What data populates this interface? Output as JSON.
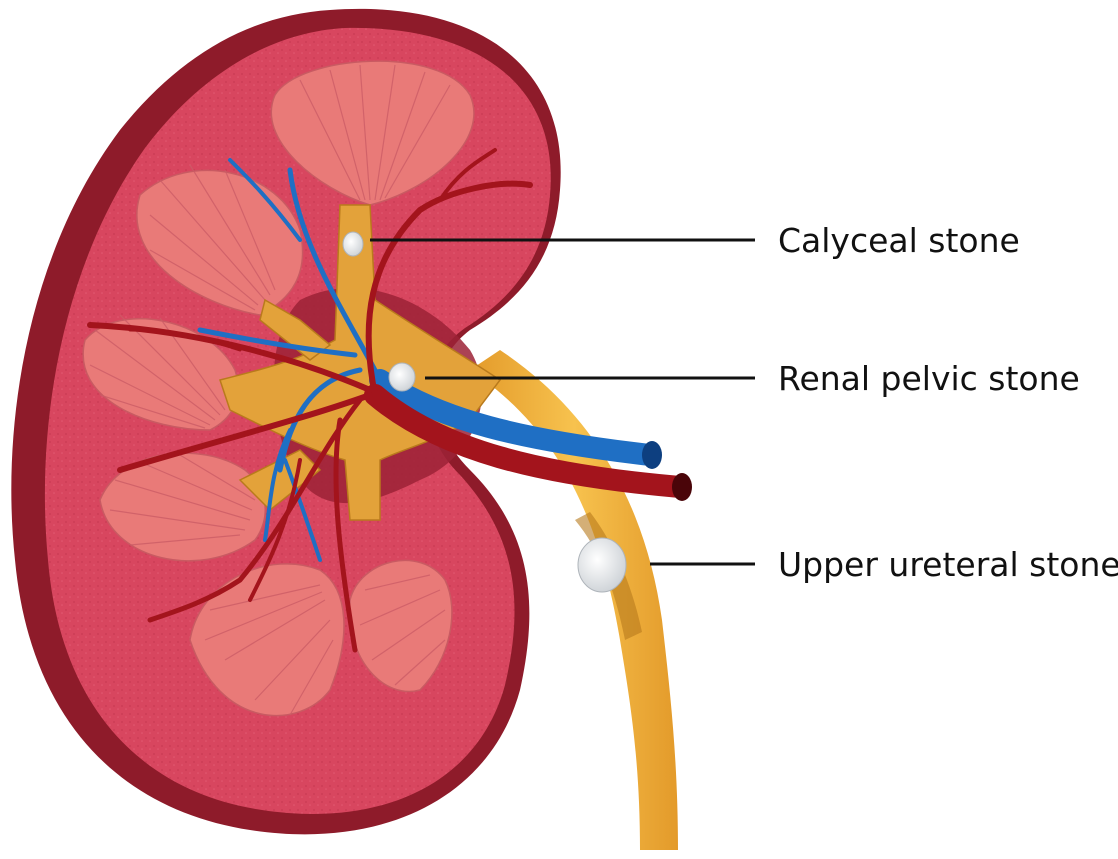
{
  "labels": {
    "calyceal": "Calyceal stone",
    "renal_pelvic": "Renal pelvic stone",
    "upper_ureteral": "Upper ureteral stone"
  },
  "colors": {
    "capsule": "#8e1b2a",
    "cortex": "#d8465f",
    "pyramid": "#e97a78",
    "pelvis": "#e3a23a",
    "ureter": "#f2b23c",
    "artery": "#a3141c",
    "vein": "#1f6fc4",
    "stone": "#e8ebee"
  },
  "icons": [
    "kidney-illustration"
  ]
}
